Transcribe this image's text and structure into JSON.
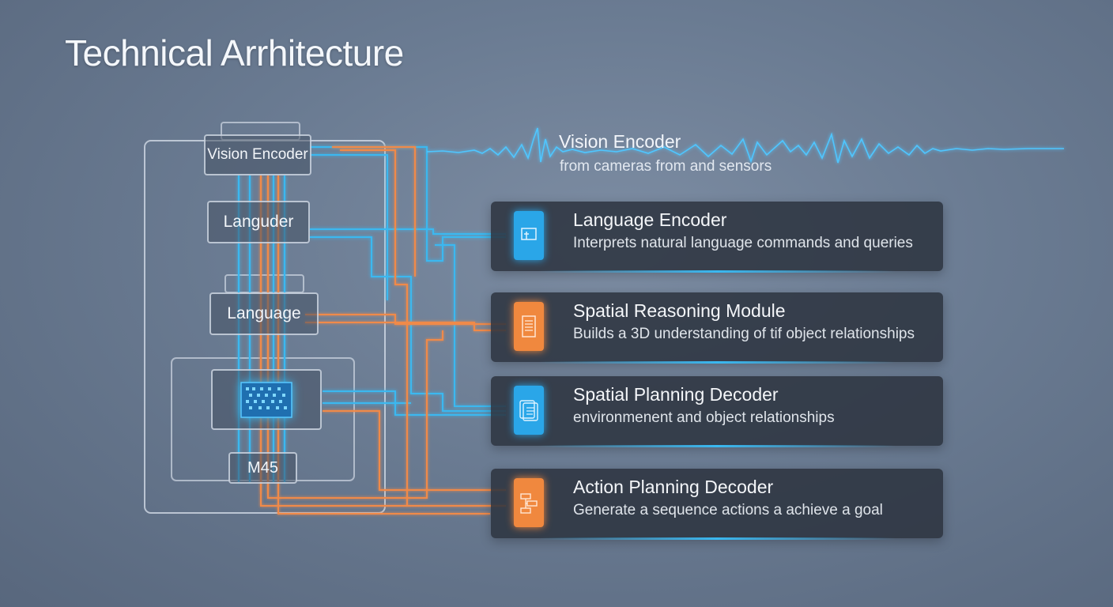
{
  "title": "Technical Arrhitecture",
  "stack": {
    "vision_encoder": "Vision Encoder",
    "languder": "Languder",
    "language": "Language",
    "m45": "M45"
  },
  "vision": {
    "label": "Vision Encoder",
    "subtitle": "from cameras from and sensors"
  },
  "cards": [
    {
      "title": "Language Encoder",
      "desc": "Interprets natural language commands and queries",
      "icon": "chat-window-icon",
      "accent": "#2aa6e8"
    },
    {
      "title": "Spatial Reasoning Module",
      "desc": "Builds a 3D understanding of tif object relationships",
      "icon": "document-icon",
      "accent": "#f0883e"
    },
    {
      "title": "Spatial Planning Decoder",
      "desc": "environmenent and object relationships",
      "icon": "layers-icon",
      "accent": "#2aa6e8"
    },
    {
      "title": "Action Planning Decoder",
      "desc": "Generate a sequence actions a achieve a goal",
      "icon": "flowchart-icon",
      "accent": "#f0883e"
    }
  ],
  "colors": {
    "blue": "#3ab8f0",
    "orange": "#f08a4a"
  }
}
